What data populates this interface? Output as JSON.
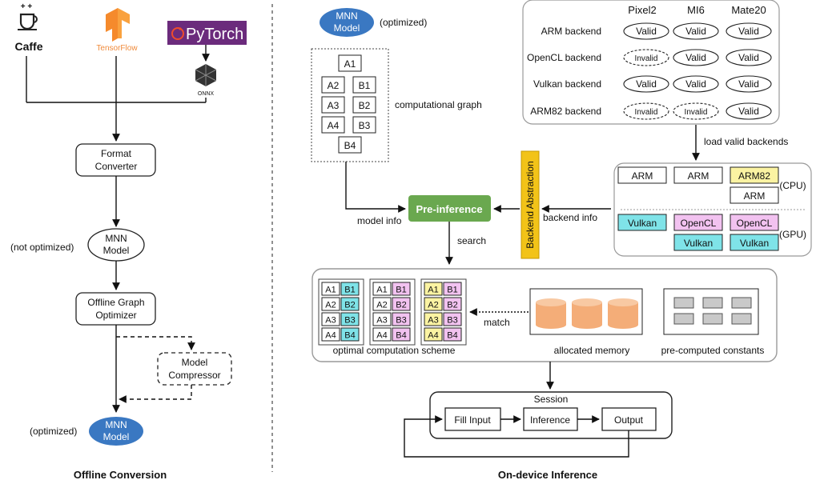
{
  "left": {
    "frameworks": {
      "caffe": "Caffe",
      "tensorflow": "TensorFlow",
      "pytorch": "PyTorch",
      "onnx": "ONNX"
    },
    "format_converter": [
      "Format",
      "Converter"
    ],
    "mnn_model_unopt": [
      "MNN",
      "Model"
    ],
    "not_optimized": "(not optimized)",
    "offline_optimizer": [
      "Offline Graph",
      "Optimizer"
    ],
    "model_compressor": [
      "Model",
      "Compressor"
    ],
    "mnn_model_opt": [
      "MNN",
      "Model"
    ],
    "optimized": "(optimized)",
    "title": "Offline Conversion"
  },
  "right": {
    "mnn_model": [
      "MNN",
      "Model"
    ],
    "optimized": "(optimized)",
    "graph_nodes": [
      "A1",
      "A2",
      "B1",
      "A3",
      "B2",
      "A4",
      "B3",
      "B4"
    ],
    "computational_graph": "computational graph",
    "devices": [
      "Pixel2",
      "MI6",
      "Mate20"
    ],
    "backends": [
      {
        "name": "ARM backend",
        "status": [
          "Valid",
          "Valid",
          "Valid"
        ]
      },
      {
        "name": "OpenCL backend",
        "status": [
          "Invalid",
          "Valid",
          "Valid"
        ]
      },
      {
        "name": "Vulkan backend",
        "status": [
          "Valid",
          "Valid",
          "Valid"
        ]
      },
      {
        "name": "ARM82 backend",
        "status": [
          "Invalid",
          "Invalid",
          "Valid"
        ]
      }
    ],
    "load_valid_backends": "load valid backends",
    "backend_abstraction": "Backend Abstraction",
    "cpu_label": "(CPU)",
    "gpu_label": "(GPU)",
    "cpu_cols": [
      [
        "ARM"
      ],
      [
        "ARM"
      ],
      [
        "ARM82",
        "ARM"
      ]
    ],
    "gpu_cols": [
      [
        "Vulkan"
      ],
      [
        "OpenCL",
        "Vulkan"
      ],
      [
        "OpenCL",
        "Vulkan"
      ]
    ],
    "pre_inference": "Pre-inference",
    "model_info": "model info",
    "backend_info": "backend info",
    "search": "search",
    "schemes": [
      [
        [
          "A1",
          "B1"
        ],
        [
          "A2",
          "B2"
        ],
        [
          "A3",
          "B3"
        ],
        [
          "A4",
          "B4"
        ]
      ],
      [
        [
          "A1",
          "B1"
        ],
        [
          "A2",
          "B2"
        ],
        [
          "A3",
          "B3"
        ],
        [
          "A4",
          "B4"
        ]
      ],
      [
        [
          "A1",
          "B1"
        ],
        [
          "A2",
          "B2"
        ],
        [
          "A3",
          "B3"
        ],
        [
          "A4",
          "B4"
        ]
      ]
    ],
    "match": "match",
    "optimal_scheme": "optimal computation scheme",
    "allocated_memory": "allocated memory",
    "precomputed": "pre-computed constants",
    "session": "Session",
    "fill_input": "Fill Input",
    "inference": "Inference",
    "output": "Output",
    "title": "On-device Inference"
  },
  "colors": {
    "mnn_blue": "#3a78c2",
    "pre_green": "#6aa84f",
    "backend_yellow": "#f2c318",
    "cyan": "#7fe3e8",
    "pink": "#f2c2f0",
    "yellow": "#fbf3a2",
    "memory_orange": "#f4ad78"
  }
}
